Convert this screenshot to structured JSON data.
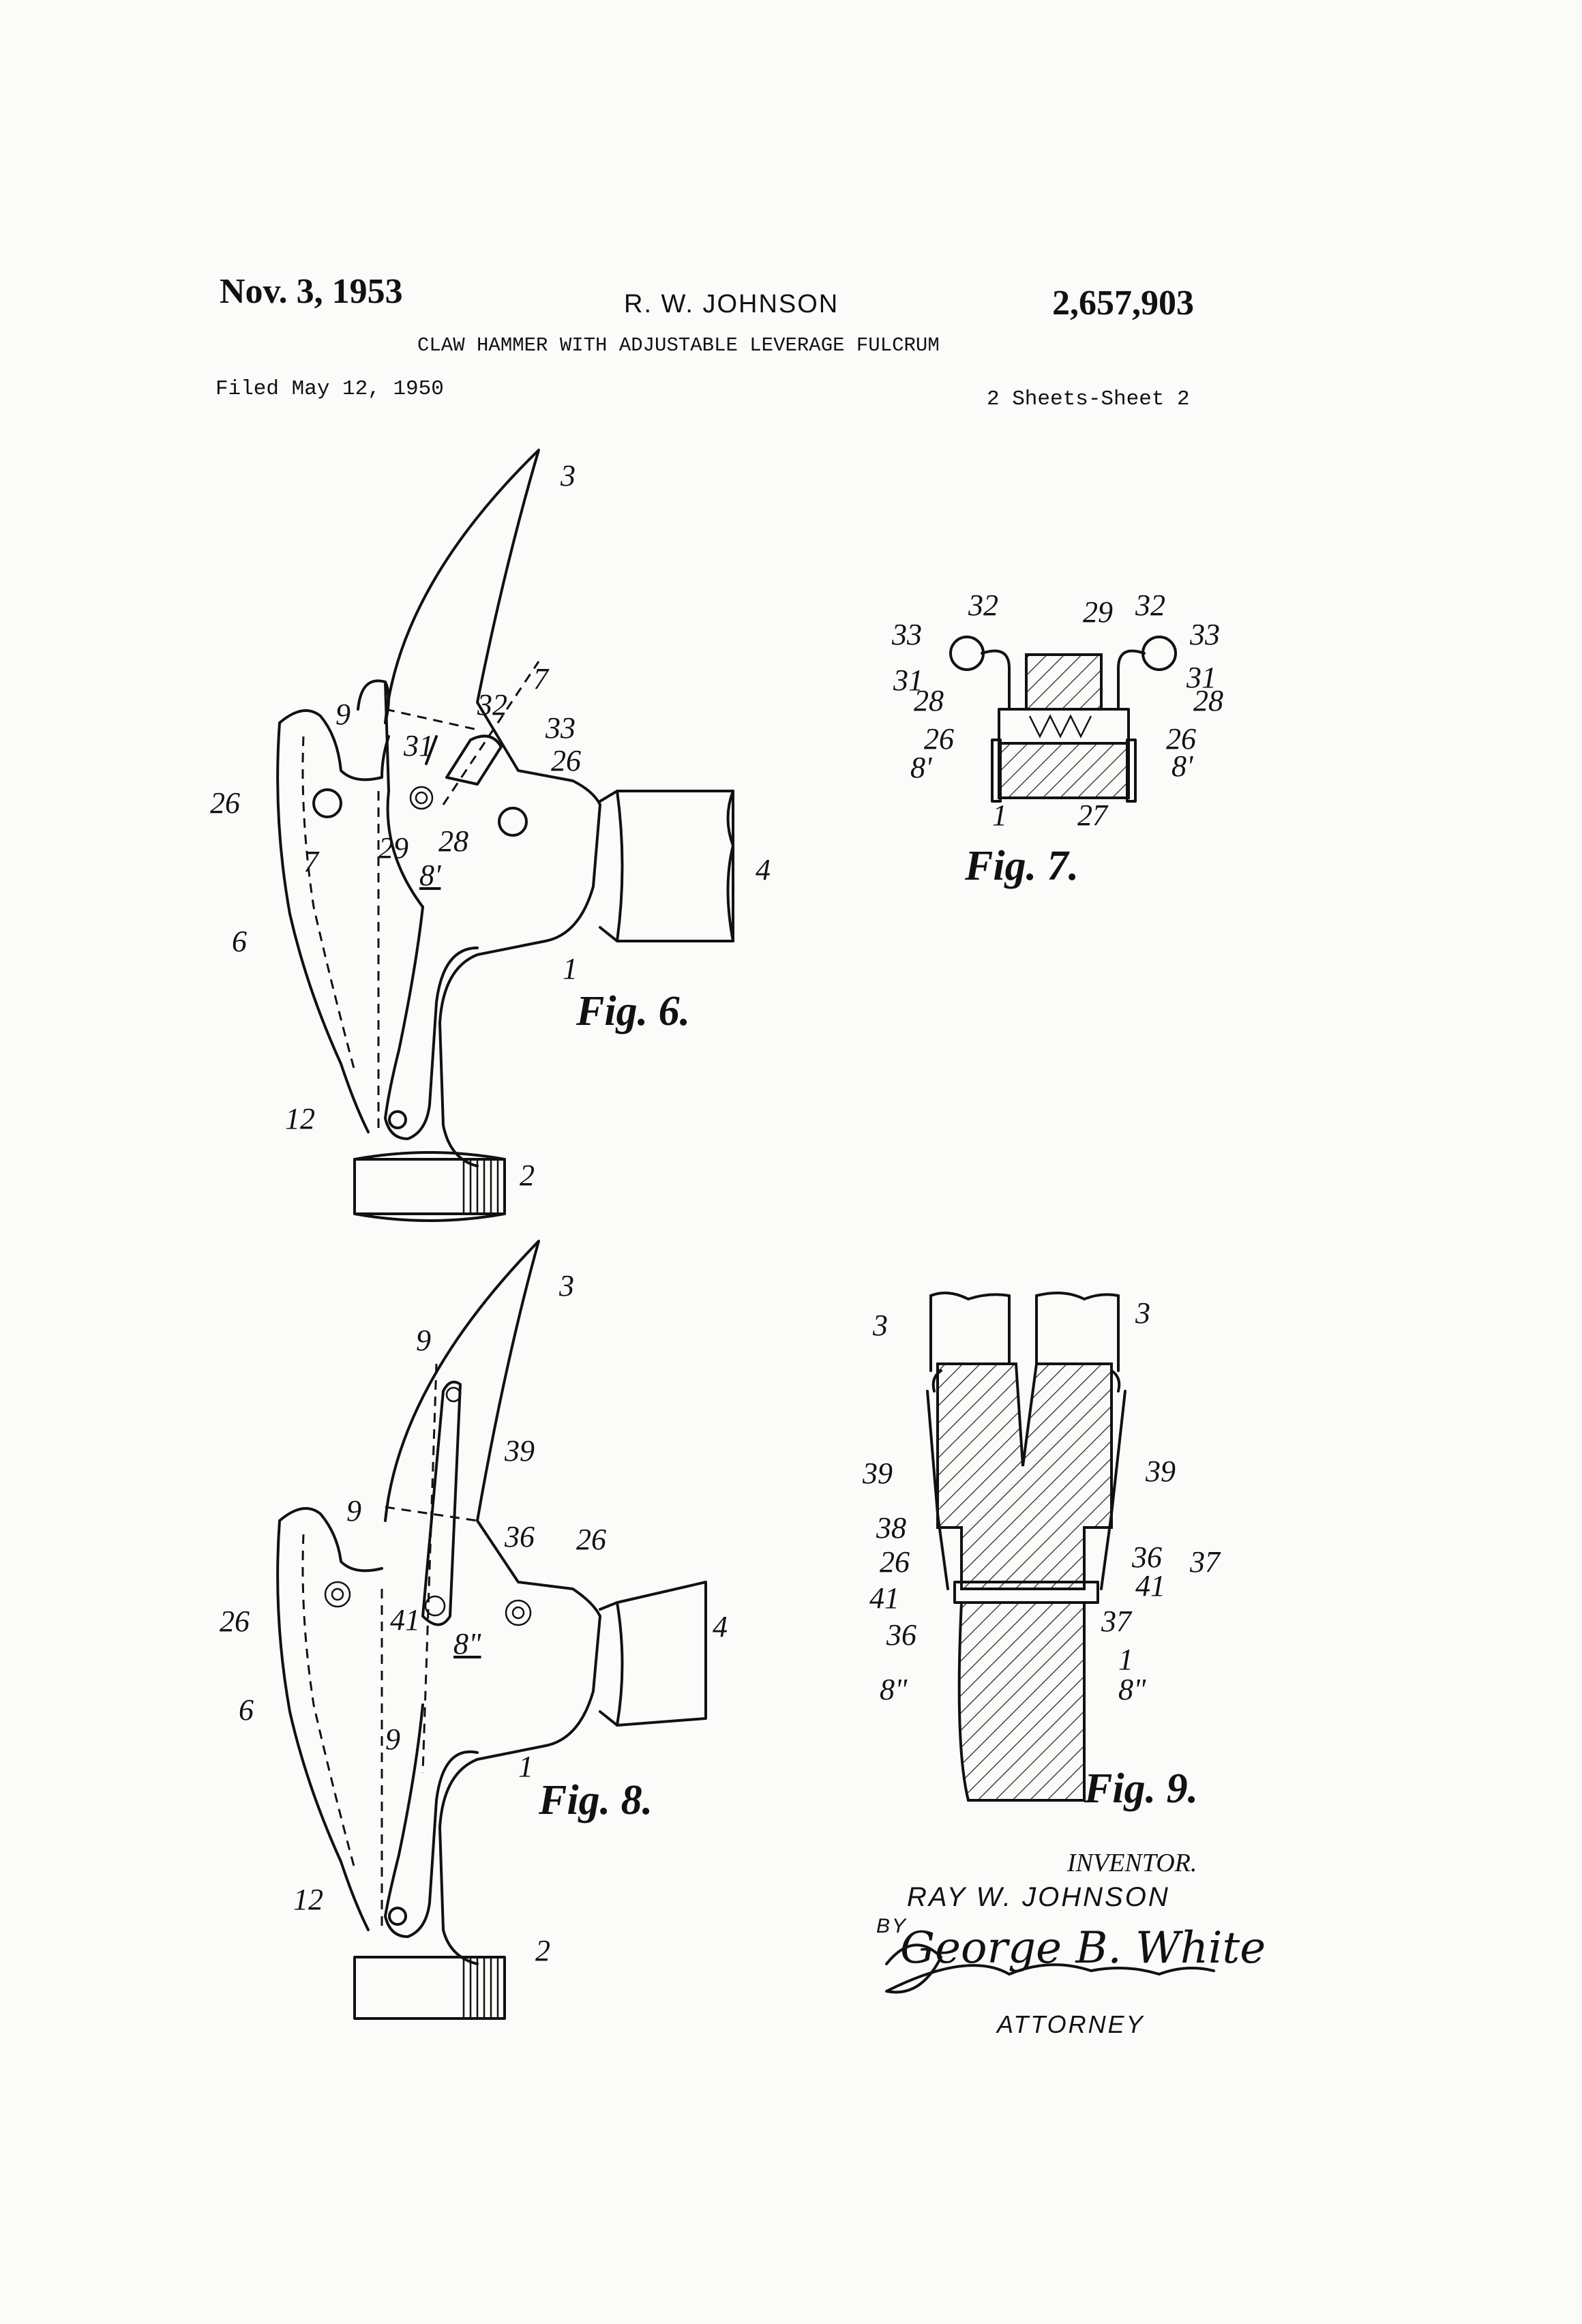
{
  "header": {
    "date": "Nov. 3, 1953",
    "inventor": "R. W. JOHNSON",
    "patent_number": "2,657,903",
    "title": "CLAW HAMMER WITH ADJUSTABLE LEVERAGE FULCRUM",
    "filed": "Filed May 12, 1950",
    "sheets": "2 Sheets-Sheet 2"
  },
  "figures": {
    "fig6": {
      "caption": "Fig. 6.",
      "labels": [
        "3",
        "7",
        "32",
        "33",
        "9",
        "31",
        "26",
        "26",
        "7",
        "29",
        "28",
        "8'",
        "4",
        "6",
        "1",
        "12",
        "2"
      ]
    },
    "fig7": {
      "caption": "Fig. 7.",
      "labels": [
        "32",
        "29",
        "32",
        "33",
        "33",
        "31",
        "31",
        "28",
        "28",
        "26",
        "26",
        "8'",
        "8'",
        "1",
        "27"
      ]
    },
    "fig8": {
      "caption": "Fig. 8.",
      "labels": [
        "3",
        "9",
        "39",
        "9",
        "36",
        "26",
        "26",
        "41",
        "8\"",
        "4",
        "6",
        "9",
        "1",
        "12",
        "2"
      ]
    },
    "fig9": {
      "caption": "Fig. 9.",
      "labels": [
        "3",
        "3",
        "39",
        "39",
        "38",
        "36",
        "37",
        "26",
        "41",
        "41",
        "36",
        "37",
        "1",
        "8\"",
        "8\""
      ]
    }
  },
  "signature": {
    "inventor_label": "INVENTOR.",
    "inventor_name": "RAY W. JOHNSON",
    "by": "BY",
    "attorney_signature": "George B. White",
    "attorney_label": "ATTORNEY"
  }
}
